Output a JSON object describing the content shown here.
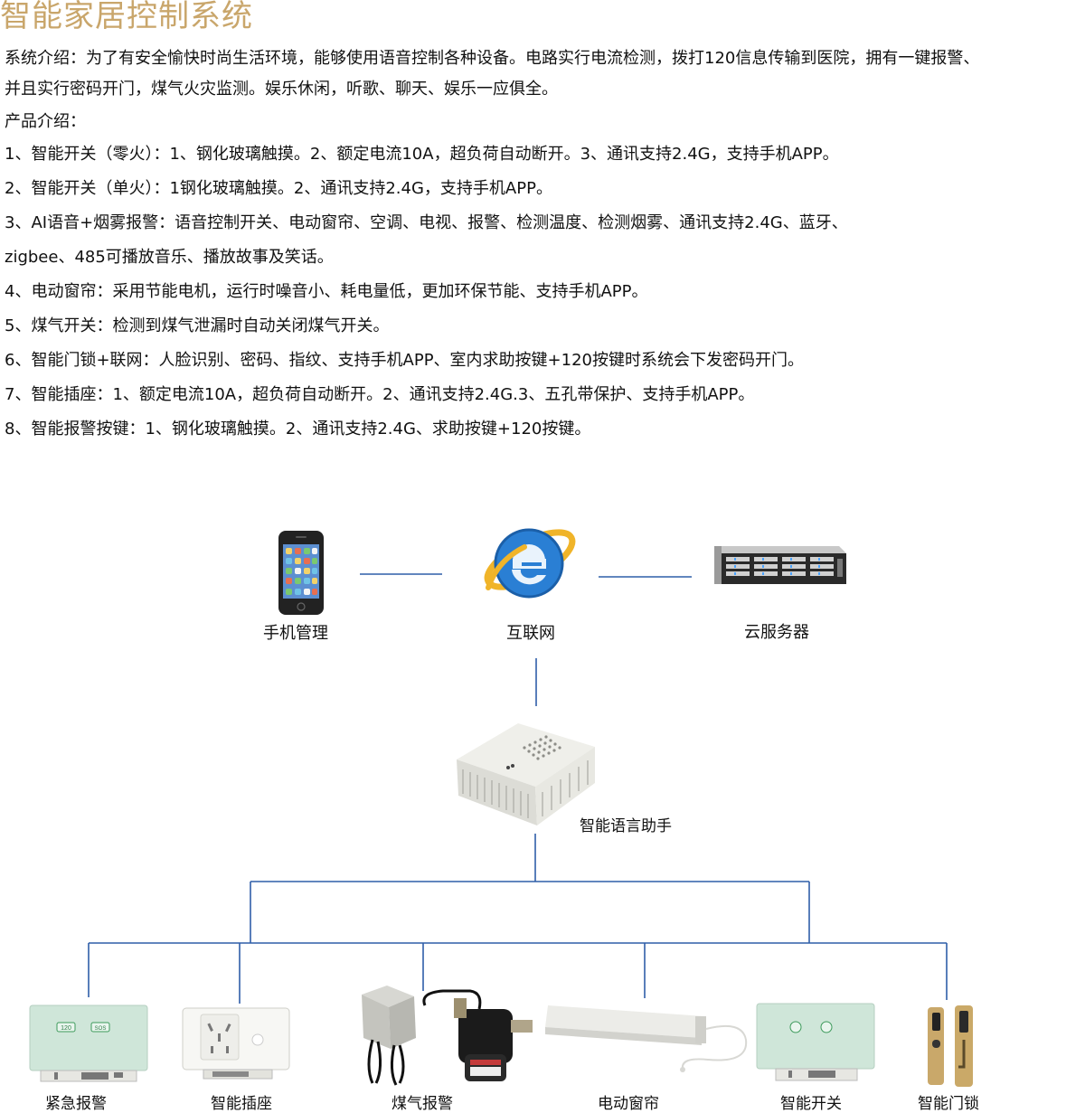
{
  "title": "智能家居控制系统",
  "intro": {
    "label": "系统介绍：",
    "line1": "为了有安全愉快时尚生活环境，能够使用语音控制各种设备。电路实行电流检测，拨打120信息传输到医院，拥有一键报警、",
    "line2": "并且实行密码开门，煤气火灾监测。娱乐休闲，听歌、聊天、娱乐一应俱全。"
  },
  "products": {
    "heading": "产品介绍：",
    "items": [
      {
        "text": "1、智能开关（零火）：1、钢化玻璃触摸。2、额定电流10A，超负荷自动断开。3、通讯支持2.4G，支持手机APP。"
      },
      {
        "text": "2、智能开关（单火）：1钢化玻璃触摸。2、通讯支持2.4G，支持手机APP。"
      },
      {
        "text": "3、AI语音+烟雾报警：语音控制开关、电动窗帘、空调、电视、报警、检测温度、检测烟雾、通讯支持2.4G、蓝牙、",
        "cont": "zigbee、485可播放音乐、播放故事及笑话。"
      },
      {
        "text": "4、电动窗帘：采用节能电机，运行时噪音小、耗电量低，更加环保节能、支持手机APP。"
      },
      {
        "text": "5、煤气开关：检测到煤气泄漏时自动关闭煤气开关。"
      },
      {
        "text": "6、智能门锁+联网：人脸识别、密码、指纹、支持手机APP、室内求助按键+120按键时系统会下发密码开门。"
      },
      {
        "text": "7、智能插座：1、额定电流10A，超负荷自动断开。2、通讯支持2.4G.3、五孔带保护、支持手机APP。"
      },
      {
        "text": "8、智能报警按键：1、钢化玻璃触摸。2、通讯支持2.4G、求助按键+120按键。"
      }
    ]
  },
  "diagram": {
    "top": {
      "phone": "手机管理",
      "internet": "互联网",
      "cloud": "云服务器"
    },
    "hub": "智能语言助手",
    "devices": {
      "emergency": "紧急报警",
      "socket": "智能插座",
      "gas": "煤气报警",
      "curtain": "电动窗帘",
      "switch": "智能开关",
      "lock": "智能门锁"
    },
    "panel_labels": {
      "left": "120",
      "right": "SOS"
    },
    "line_color": "#2f5ea8",
    "title_color": "#c9a66b"
  }
}
